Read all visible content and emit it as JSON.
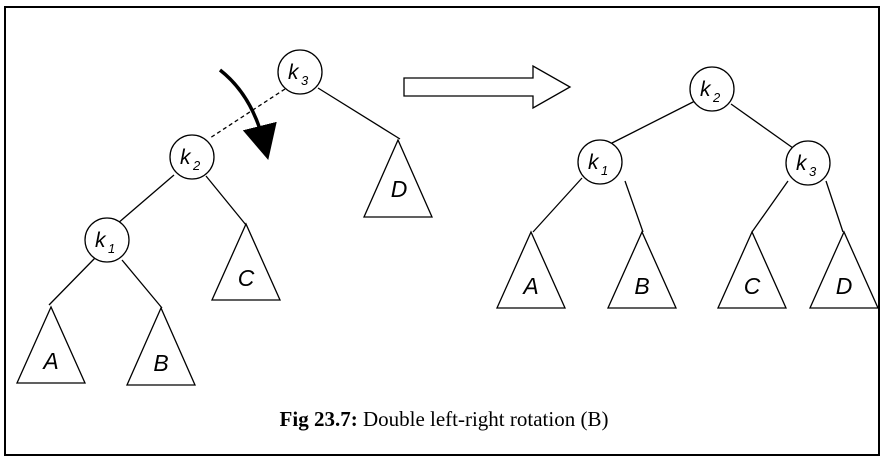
{
  "caption": {
    "label": "Fig 23.7:",
    "text": " Double left-right rotation (B)"
  },
  "before": {
    "nodes": {
      "k3": {
        "letter": "k",
        "sub": "3"
      },
      "k2": {
        "letter": "k",
        "sub": "2"
      },
      "k1": {
        "letter": "k",
        "sub": "1"
      }
    },
    "subtrees": {
      "A": "A",
      "B": "B",
      "C": "C",
      "D": "D"
    }
  },
  "after": {
    "nodes": {
      "k2": {
        "letter": "k",
        "sub": "2"
      },
      "k1": {
        "letter": "k",
        "sub": "1"
      },
      "k3": {
        "letter": "k",
        "sub": "3"
      }
    },
    "subtrees": {
      "A": "A",
      "B": "B",
      "C": "C",
      "D": "D"
    }
  }
}
